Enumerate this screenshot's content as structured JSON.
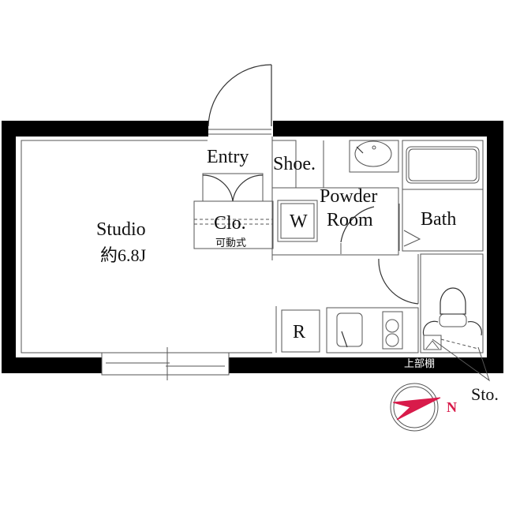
{
  "floor_plan": {
    "rooms": {
      "studio": {
        "name": "Studio",
        "size": "約6.8J"
      },
      "entry": {
        "name": "Entry"
      },
      "shoe": {
        "name": "Shoe."
      },
      "closet": {
        "name": "Clo.",
        "note": "可動式"
      },
      "washer": {
        "name": "W"
      },
      "powder_room": {
        "line1": "Powder",
        "line2": "Room"
      },
      "bath": {
        "name": "Bath"
      },
      "refrigerator": {
        "name": "R"
      },
      "upper_shelf": {
        "name": "上部棚"
      },
      "storage": {
        "name": "Sto."
      }
    },
    "compass": {
      "label": "N",
      "accent_color": "#d81b4a"
    }
  }
}
